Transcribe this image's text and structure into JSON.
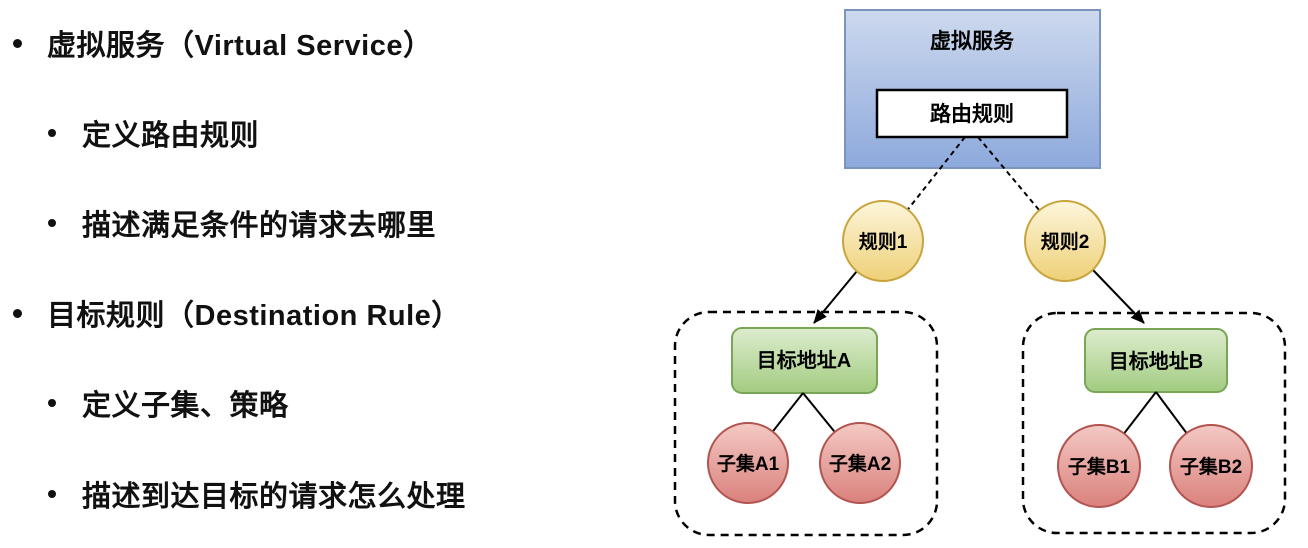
{
  "bullets": [
    {
      "level": 1,
      "text": "虚拟服务（Virtual Service）"
    },
    {
      "level": 2,
      "text": "定义路由规则"
    },
    {
      "level": 2,
      "text": "描述满足条件的请求去哪里"
    },
    {
      "level": 1,
      "text": "目标规则（Destination Rule）"
    },
    {
      "level": 2,
      "text": "定义子集、策略"
    },
    {
      "level": 2,
      "text": "描述到达目标的请求怎么处理"
    }
  ],
  "diagram": {
    "virtual_service_label": "虚拟服务",
    "routing_rule_label": "路由规则",
    "rules": [
      {
        "label": "规则1"
      },
      {
        "label": "规则2"
      }
    ],
    "groups": [
      {
        "destination_label": "目标地址A",
        "subsets": [
          "子集A1",
          "子集A2"
        ]
      },
      {
        "destination_label": "目标地址B",
        "subsets": [
          "子集B1",
          "子集B2"
        ]
      }
    ],
    "colors": {
      "virtual_service_fill_top": "#cdd9ee",
      "virtual_service_fill_bottom": "#8da9dc",
      "virtual_service_border": "#7b93bd",
      "routing_rule_fill": "#ffffff",
      "routing_rule_border": "#000000",
      "rule_fill_top": "#fdf6dc",
      "rule_fill_bottom": "#eed077",
      "rule_border": "#c9a43e",
      "destination_fill_top": "#ddecce",
      "destination_fill_bottom": "#a2cc80",
      "destination_border": "#79a656",
      "subset_fill_top": "#f4c9c4",
      "subset_fill_bottom": "#da817c",
      "subset_border": "#b25450",
      "connector_line": "#000000",
      "text": "#000000"
    }
  }
}
